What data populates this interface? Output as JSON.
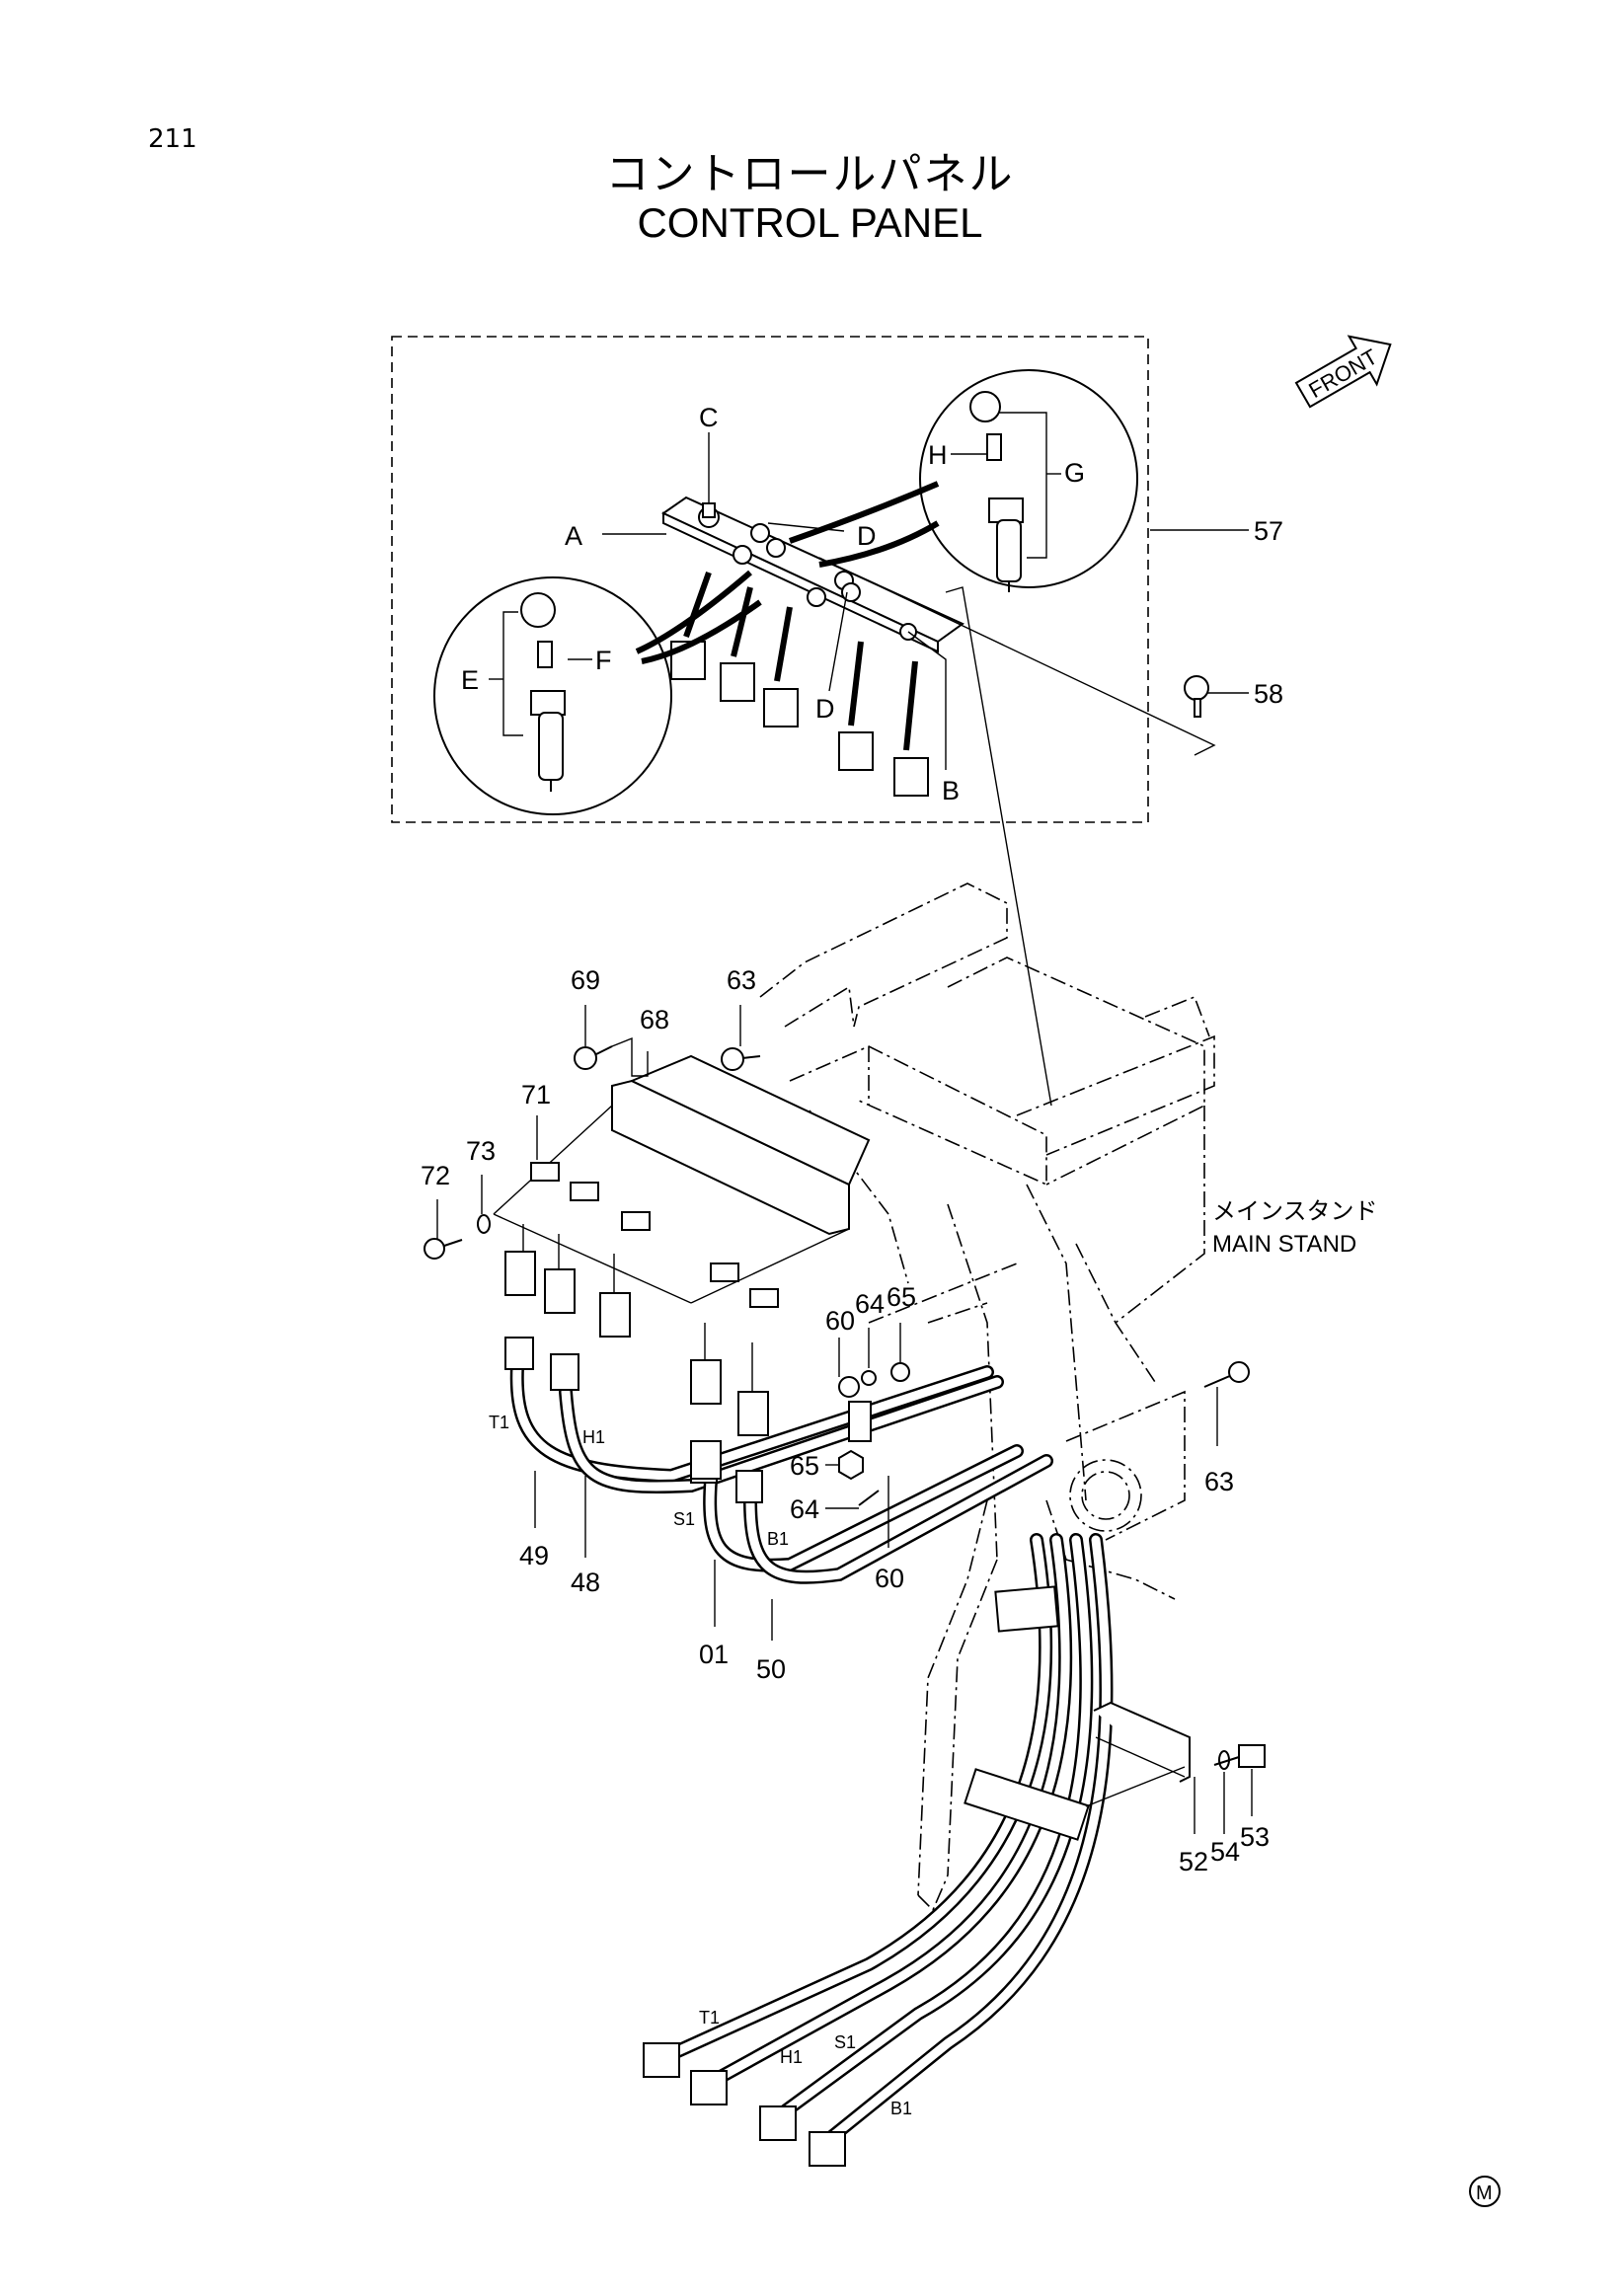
{
  "page": {
    "number": "211",
    "title_jp": "コントロールパネル",
    "title_en": "CONTROL PANEL",
    "front_label": "FRONT",
    "mark": "M"
  },
  "detail_labels": {
    "A": "A",
    "B": "B",
    "C": "C",
    "D1": "D",
    "D2": "D",
    "E": "E",
    "F": "F",
    "G": "G",
    "H": "H"
  },
  "stand_label": {
    "jp": "メインスタンド",
    "en": "MAIN STAND"
  },
  "part_numbers": {
    "p57": "57",
    "p58": "58",
    "p69": "69",
    "p68": "68",
    "p63a": "63",
    "p63b": "63",
    "p71": "71",
    "p72": "72",
    "p73": "73",
    "p60a": "60",
    "p64a": "64",
    "p65a": "65",
    "p65b": "65",
    "p64b": "64",
    "p60b": "60",
    "p49": "49",
    "p48": "48",
    "p01": "01",
    "p50": "50",
    "p52": "52",
    "p54": "54",
    "p53": "53"
  },
  "wire_labels": {
    "T1a": "T1",
    "H1a": "H1",
    "S1a": "S1",
    "B1a": "B1",
    "T1b": "T1",
    "H1b": "H1",
    "S1b": "S1",
    "B1b": "B1"
  }
}
